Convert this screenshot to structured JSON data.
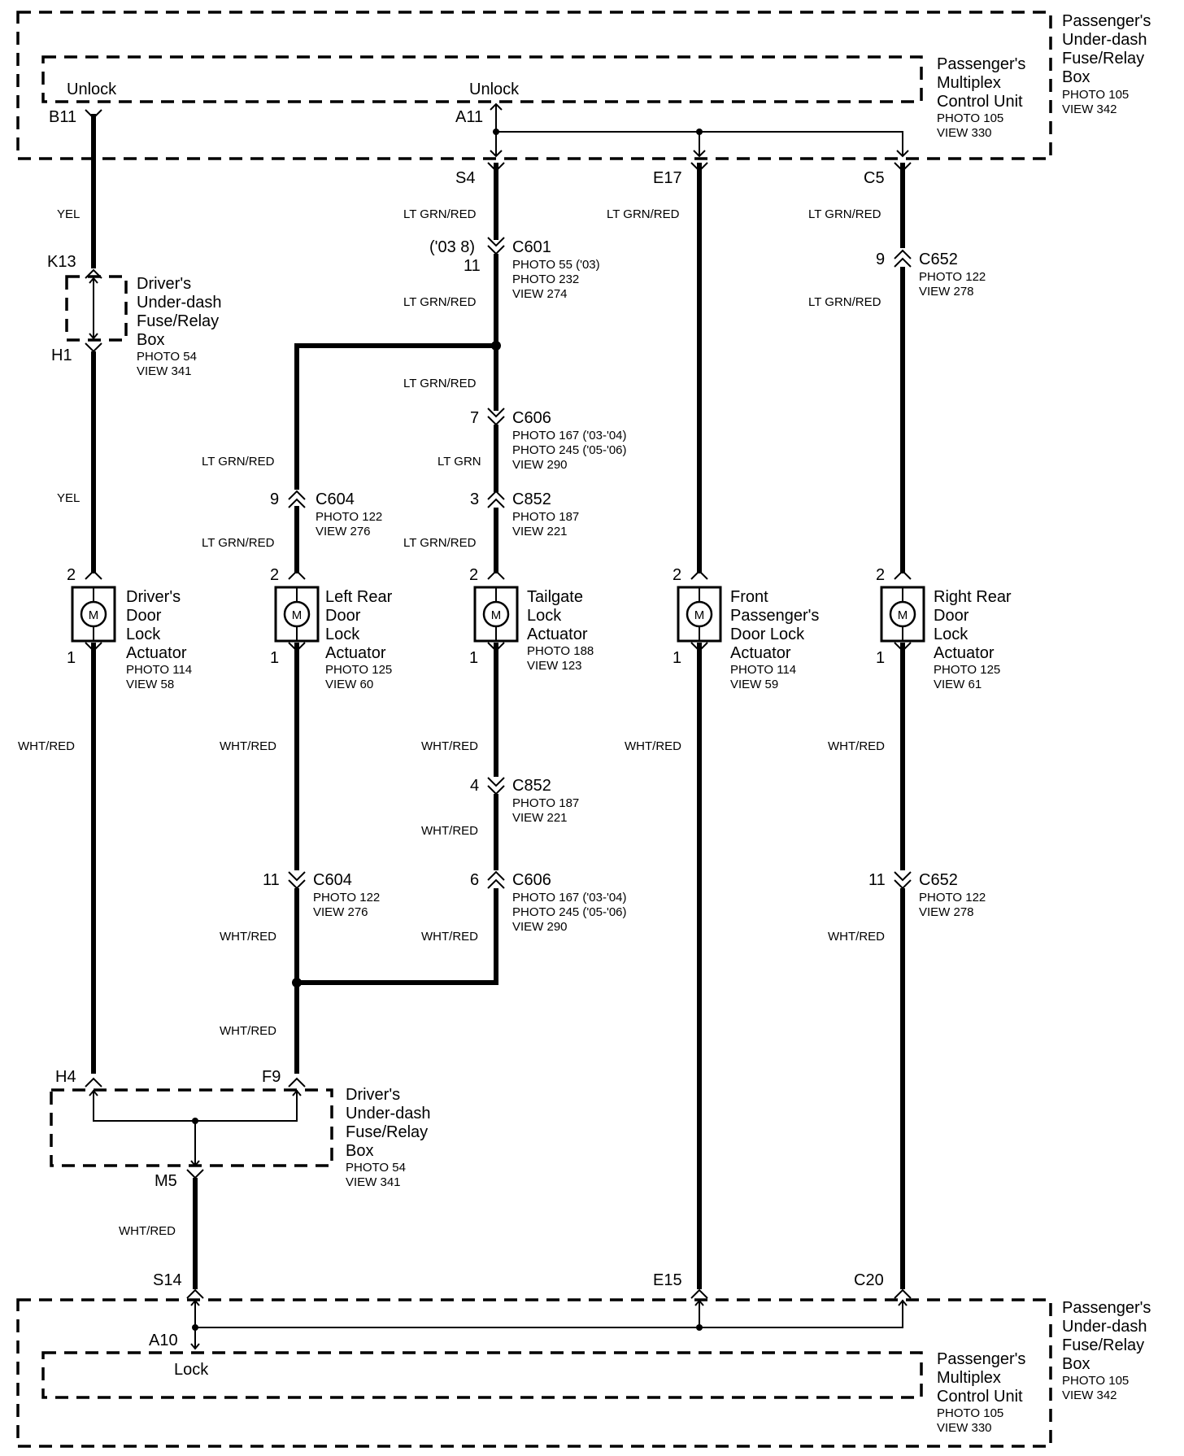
{
  "top_unit": {
    "box_label": [
      "Passenger's",
      "Under-dash",
      "Fuse/Relay",
      "Box"
    ],
    "box_ref": [
      "PHOTO 105",
      "VIEW 342"
    ],
    "mcu_label": [
      "Passenger's",
      "Multiplex",
      "Control Unit"
    ],
    "mcu_ref": [
      "PHOTO 105",
      "VIEW 330"
    ],
    "unlock_b": "Unlock",
    "unlock_a": "Unlock",
    "pin_b11": "B11",
    "pin_a11": "A11",
    "pin_s4": "S4",
    "pin_e17": "E17",
    "pin_c5": "C5"
  },
  "bottom_unit": {
    "box_label": [
      "Passenger's",
      "Under-dash",
      "Fuse/Relay",
      "Box"
    ],
    "box_ref": [
      "PHOTO 105",
      "VIEW 342"
    ],
    "mcu_label": [
      "Passenger's",
      "Multiplex",
      "Control Unit"
    ],
    "mcu_ref": [
      "PHOTO 105",
      "VIEW 330"
    ],
    "lock": "Lock",
    "pin_a10": "A10",
    "pin_s14": "S14",
    "pin_e15": "E15",
    "pin_c20": "C20"
  },
  "driver_fuse_top": {
    "label": [
      "Driver's",
      "Under-dash",
      "Fuse/Relay",
      "Box"
    ],
    "ref": [
      "PHOTO 54",
      "VIEW 341"
    ],
    "pin_k13": "K13",
    "pin_h1": "H1"
  },
  "driver_fuse_bottom": {
    "label": [
      "Driver's",
      "Under-dash",
      "Fuse/Relay",
      "Box"
    ],
    "ref": [
      "PHOTO 54",
      "VIEW 341"
    ],
    "pin_h4": "H4",
    "pin_f9": "F9",
    "pin_m5": "M5"
  },
  "wire_colors": {
    "yel": "YEL",
    "ltgrnred": "LT GRN/RED",
    "ltgrn": "LT GRN",
    "whtred": "WHT/RED"
  },
  "connectors": {
    "c601": {
      "name": "C601",
      "pin_a": "('03 8)",
      "pin_b": "11",
      "refs": [
        "PHOTO 55 ('03)",
        "PHOTO 232",
        "VIEW 274"
      ]
    },
    "c652_top": {
      "name": "C652",
      "pin": "9",
      "refs": [
        "PHOTO 122",
        "VIEW 278"
      ]
    },
    "c606_top": {
      "name": "C606",
      "pin": "7",
      "refs": [
        "PHOTO 167 ('03-'04)",
        "PHOTO 245 ('05-'06)",
        "VIEW 290"
      ]
    },
    "c604_top": {
      "name": "C604",
      "pin": "9",
      "refs": [
        "PHOTO 122",
        "VIEW 276"
      ]
    },
    "c852_top": {
      "name": "C852",
      "pin": "3",
      "refs": [
        "PHOTO 187",
        "VIEW 221"
      ]
    },
    "c852_bot": {
      "name": "C852",
      "pin": "4",
      "refs": [
        "PHOTO 187",
        "VIEW 221"
      ]
    },
    "c604_bot": {
      "name": "C604",
      "pin": "11",
      "refs": [
        "PHOTO 122",
        "VIEW 276"
      ]
    },
    "c606_bot": {
      "name": "C606",
      "pin": "6",
      "refs": [
        "PHOTO 167 ('03-'04)",
        "PHOTO 245 ('05-'06)",
        "VIEW 290"
      ]
    },
    "c652_bot": {
      "name": "C652",
      "pin": "11",
      "refs": [
        "PHOTO 122",
        "VIEW 278"
      ]
    }
  },
  "actuators": [
    {
      "label": [
        "Driver's",
        "Door",
        "Lock",
        "Actuator"
      ],
      "refs": [
        "PHOTO 114",
        "VIEW 58"
      ],
      "pin_top": "2",
      "pin_bot": "1",
      "motor": "M"
    },
    {
      "label": [
        "Left Rear",
        "Door",
        "Lock",
        "Actuator"
      ],
      "refs": [
        "PHOTO 125",
        "VIEW 60"
      ],
      "pin_top": "2",
      "pin_bot": "1",
      "motor": "M"
    },
    {
      "label": [
        "Tailgate",
        "Lock",
        "Actuator"
      ],
      "refs": [
        "PHOTO 188",
        "VIEW 123"
      ],
      "pin_top": "2",
      "pin_bot": "1",
      "motor": "M"
    },
    {
      "label": [
        "Front",
        "Passenger's",
        "Door Lock",
        "Actuator"
      ],
      "refs": [
        "PHOTO 114",
        "VIEW 59"
      ],
      "pin_top": "2",
      "pin_bot": "1",
      "motor": "M"
    },
    {
      "label": [
        "Right Rear",
        "Door",
        "Lock",
        "Actuator"
      ],
      "refs": [
        "PHOTO 125",
        "VIEW 61"
      ],
      "pin_top": "2",
      "pin_bot": "1",
      "motor": "M"
    }
  ]
}
